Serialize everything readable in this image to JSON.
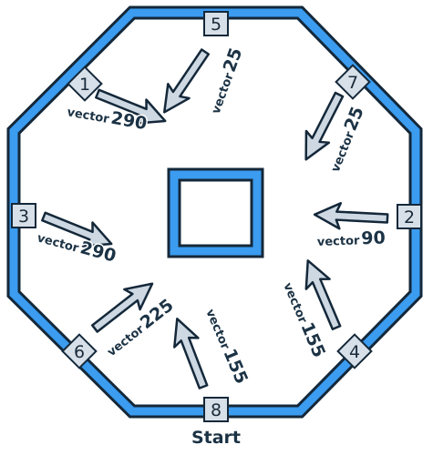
{
  "board": {
    "track_color": "#3b9cf0",
    "outline_color": "#14283a",
    "node_fill": "#d7e0e8",
    "arrow_fill": "#cdd8e2",
    "start_label": "Start"
  },
  "nodes": [
    {
      "id": "1",
      "label": "1"
    },
    {
      "id": "2",
      "label": "2"
    },
    {
      "id": "3",
      "label": "3"
    },
    {
      "id": "4",
      "label": "4"
    },
    {
      "id": "5",
      "label": "5"
    },
    {
      "id": "6",
      "label": "6"
    },
    {
      "id": "7",
      "label": "7"
    },
    {
      "id": "8",
      "label": "8"
    }
  ],
  "vectors": [
    {
      "from": "1",
      "word": "vector",
      "value": "290"
    },
    {
      "from": "5",
      "word": "vector",
      "value": "25"
    },
    {
      "from": "7",
      "word": "vector",
      "value": "25"
    },
    {
      "from": "3",
      "word": "vector",
      "value": "290"
    },
    {
      "from": "2",
      "word": "vector",
      "value": "90"
    },
    {
      "from": "6",
      "word": "vector",
      "value": "225"
    },
    {
      "from": "8",
      "word": "vector",
      "value": "155"
    },
    {
      "from": "4",
      "word": "vector",
      "value": "155"
    }
  ]
}
